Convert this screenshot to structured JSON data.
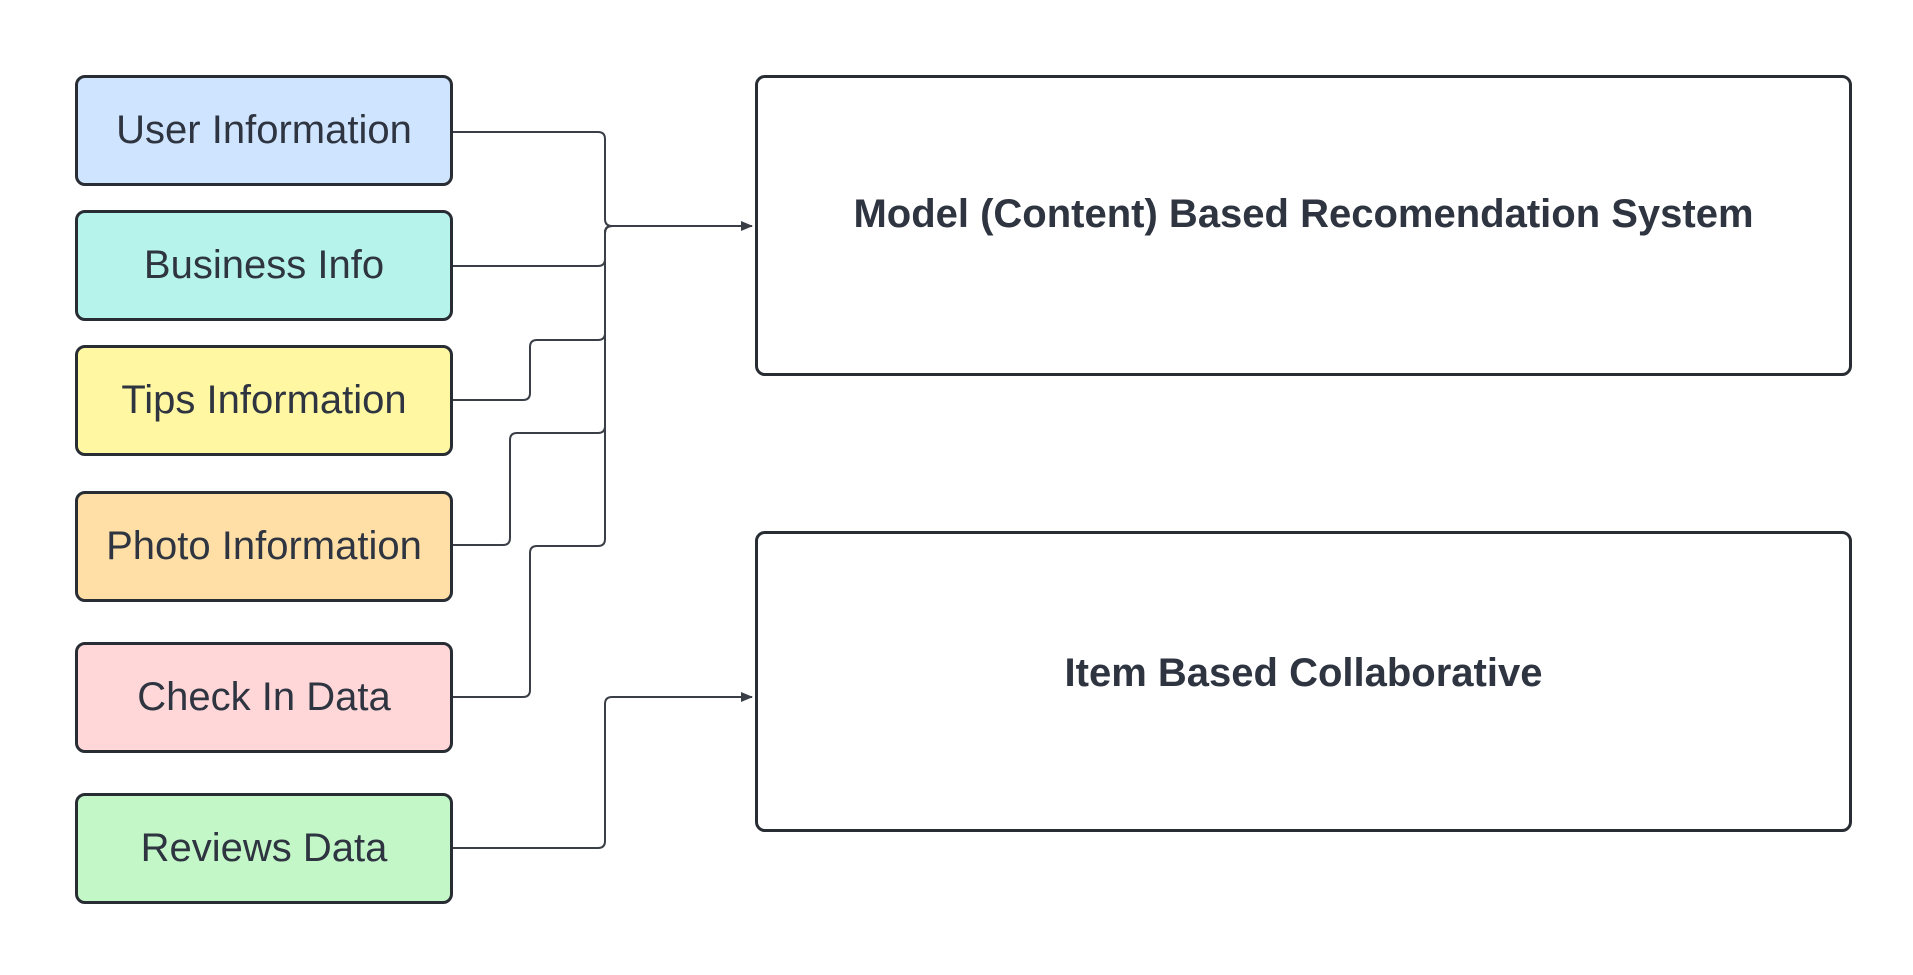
{
  "sources": [
    {
      "id": "user",
      "label": "User Information",
      "fill": "#cfe4ff"
    },
    {
      "id": "business",
      "label": "Business Info",
      "fill": "#b6f3ea"
    },
    {
      "id": "tips",
      "label": "Tips Information",
      "fill": "#fff7a1"
    },
    {
      "id": "photo",
      "label": "Photo Information",
      "fill": "#ffdfa6"
    },
    {
      "id": "checkin",
      "label": "Check In Data",
      "fill": "#ffd7d9"
    },
    {
      "id": "reviews",
      "label": "Reviews Data",
      "fill": "#c3f7c8"
    }
  ],
  "targets": [
    {
      "id": "model",
      "label": "Model (Content) Based Recomendation System"
    },
    {
      "id": "item",
      "label": "Item Based Collaborative"
    }
  ],
  "connections": [
    {
      "from": "user",
      "to": "model"
    },
    {
      "from": "business",
      "to": "model"
    },
    {
      "from": "tips",
      "to": "model"
    },
    {
      "from": "photo",
      "to": "model"
    },
    {
      "from": "checkin",
      "to": "model"
    },
    {
      "from": "reviews",
      "to": "item"
    }
  ],
  "colors": {
    "border": "#282c33",
    "text": "#2e3440",
    "connector": "#3a3f47"
  }
}
